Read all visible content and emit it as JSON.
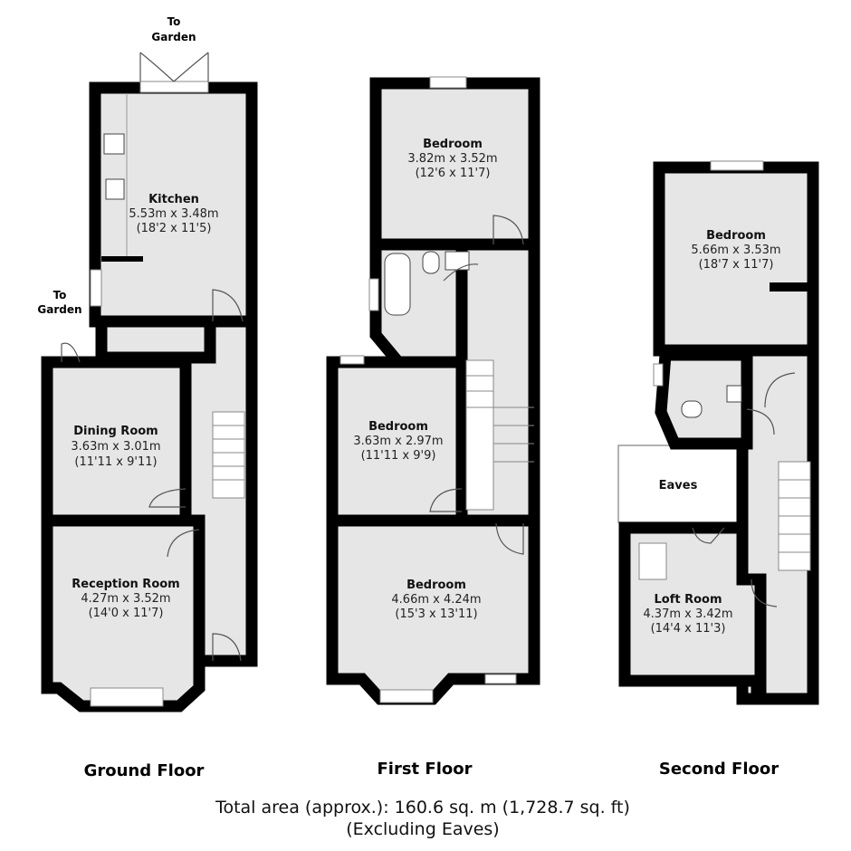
{
  "floors": {
    "ground": {
      "label": "Ground Floor",
      "to_garden_top": [
        "To",
        "Garden"
      ],
      "to_garden_side": [
        "To",
        "Garden"
      ],
      "rooms": [
        {
          "name": "Kitchen",
          "metric": "5.53m x 3.48m",
          "imperial": "(18'2 x 11'5)"
        },
        {
          "name": "Dining Room",
          "metric": "3.63m x 3.01m",
          "imperial": "(11'11 x 9'11)"
        },
        {
          "name": "Reception Room",
          "metric": "4.27m x 3.52m",
          "imperial": "(14'0 x 11'7)"
        }
      ]
    },
    "first": {
      "label": "First Floor",
      "rooms": [
        {
          "name": "Bedroom",
          "metric": "3.82m x 3.52m",
          "imperial": "(12'6 x 11'7)"
        },
        {
          "name": "Bedroom",
          "metric": "3.63m x 2.97m",
          "imperial": "(11'11 x 9'9)"
        },
        {
          "name": "Bedroom",
          "metric": "4.66m x 4.24m",
          "imperial": "(15'3 x 13'11)"
        }
      ]
    },
    "second": {
      "label": "Second Floor",
      "eaves": "Eaves",
      "rooms": [
        {
          "name": "Bedroom",
          "metric": "5.66m x 3.53m",
          "imperial": "(18'7 x 11'7)"
        },
        {
          "name": "Loft Room",
          "metric": "4.37m x 3.42m",
          "imperial": "(14'4 x 11'3)"
        }
      ]
    }
  },
  "footer": {
    "total": "Total area (approx.): 160.6 sq. m (1,728.7 sq. ft)",
    "note": "(Excluding Eaves)"
  }
}
